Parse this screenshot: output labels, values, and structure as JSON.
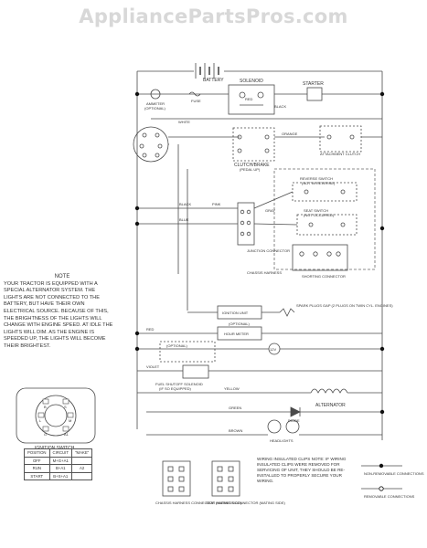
{
  "watermark": "AppliancePartsPros.com",
  "labels": {
    "battery": "BATTERY",
    "solenoid": "SOLENOID",
    "starter": "STARTER",
    "ammeter": "AMMETER",
    "ammeter_opt": "(OPTIONAL)",
    "fuse": "FUSE",
    "clutch_brake": "CLUTCH/BRAKE",
    "clutch_brake_sub": "(PEDAL UP)",
    "attachment_clutch": "ATTACHMENT CLUTCH",
    "reverse_switch": "REVERSE SWITCH",
    "reverse_switch_sub": "(NOT IN REVERSE)",
    "seat_switch": "SEAT SWITCH",
    "seat_switch_sub": "(NOT OCCUPIED)",
    "junction_connector": "JUNCTION CONNECTOR",
    "chassis_harness": "CHASSIS HARNESS",
    "shorting_connector": "SHORTING CONNECTOR",
    "ignition_unit": "IGNITION UNIT",
    "spark_plug_gap": "SPARK PLUGS GAP (2 PLUGS ON TWIN CYL. ENGINES)",
    "hour_meter_opt": "(OPTIONAL)",
    "hour_meter": "HOUR METER",
    "optional": "(OPTIONAL)",
    "power_outlet": "12V",
    "fuel_shutoff": "FUEL SHUTOFF SOLENOID",
    "fuel_shutoff_sub": "(IF SO EQUIPPED)",
    "diode": "DIODE",
    "alternator": "ALTERNATOR",
    "headlights": "HEADLIGHTS",
    "ign_switch_title": "IGNITION SWITCH",
    "chassis_connector": "CHASSIS HARNESS CONNECTOR (MATING SIDE)",
    "seat_connector": "SEAT HARNESS CONNECTOR (MATING SIDE)",
    "wiring_note": "WIRING INSULATED CLIPS NOTE: IF WIRING INSULATED CLIPS WERE REMOVED FOR SERVICING OF UNIT, THEY SHOULD BE RE-INSTALLED TO PROPERLY SECURE YOUR WIRING.",
    "nonremovable": "NON-REMOVABLE CONNECTIONS",
    "removable": "REMOVABLE CONNECTIONS",
    "wire_red": "RED",
    "wire_black": "BLACK",
    "wire_white": "WHITE",
    "wire_blue": "BLUE",
    "wire_gray": "GRAY",
    "wire_pink": "PINK",
    "wire_orange": "ORANGE",
    "wire_green": "GREEN",
    "wire_yellow": "YELLOW",
    "wire_brown": "BROWN",
    "wire_violet": "VIOLET"
  },
  "note": {
    "heading": "NOTE",
    "body": "YOUR TRACTOR IS EQUIPPED WITH A SPECIAL ALTERNATOR SYSTEM. THE LIGHTS ARE NOT CONNECTED TO THE BATTERY, BUT HAVE THEIR OWN ELECTRICAL SOURCE. BECAUSE OF THIS, THE BRIGHTNESS OF THE LIGHTS WILL CHANGE WITH ENGINE SPEED. AT IDLE THE LIGHTS WILL DIM. AS THE ENGINE IS SPEEDED UP, THE LIGHTS WILL BECOME THEIR BRIGHTEST."
  },
  "ignition_table": {
    "headers": [
      "POSITION",
      "CIRCUIT",
      "\"MAKE\""
    ],
    "rows": [
      [
        "OFF",
        "M+G+A1",
        ""
      ],
      [
        "RUN",
        "B+A1",
        "A2"
      ],
      [
        "START",
        "B+S+A1",
        ""
      ]
    ]
  },
  "ignition_terminals": [
    "B",
    "S",
    "L",
    "M",
    "G",
    "A1"
  ],
  "colors": {
    "line": "#4a4a4a",
    "dashed": "#6a6a6a",
    "watermark": "#d8d8d8",
    "dot": "#111111"
  }
}
